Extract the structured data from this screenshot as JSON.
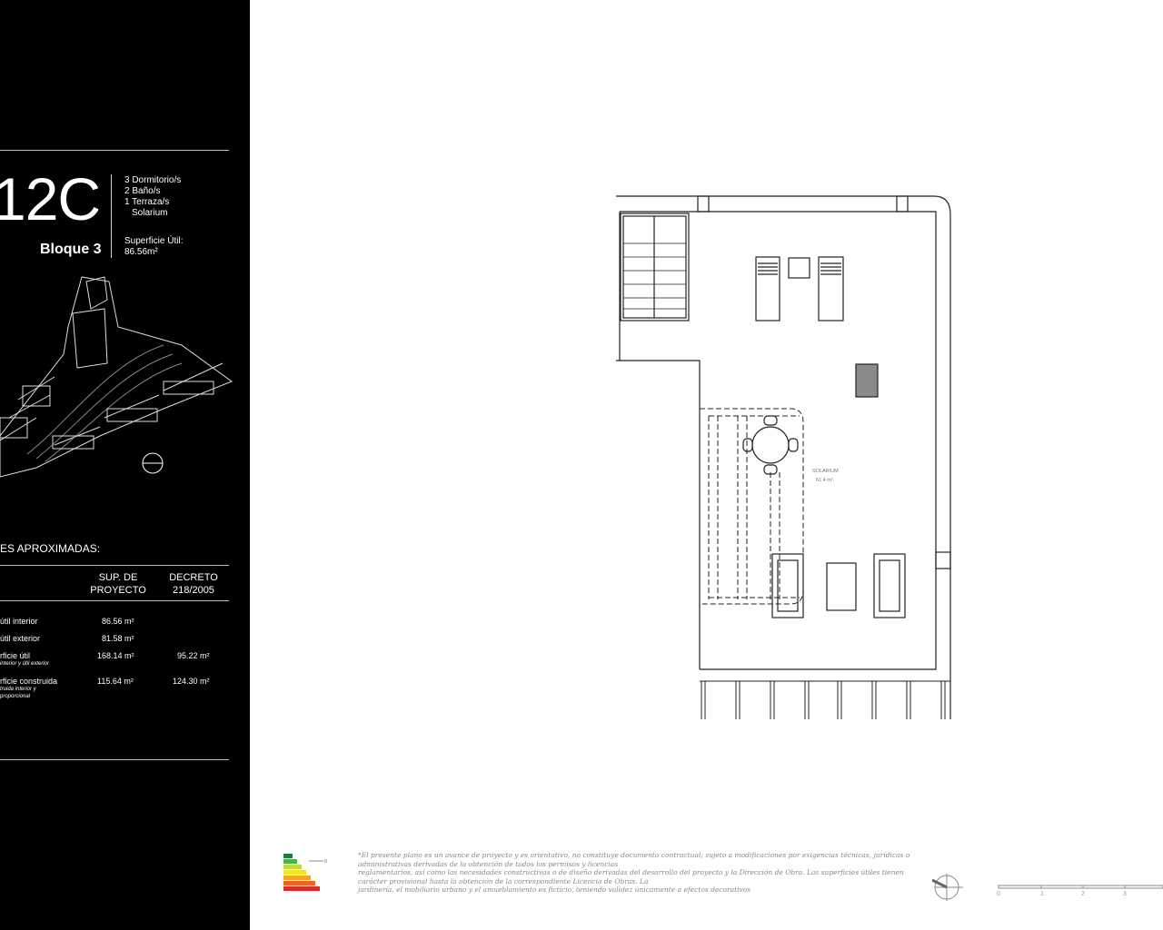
{
  "unit": {
    "code": "12C",
    "block": "Bloque 3",
    "features": [
      "3 Dormitorio/s",
      "2 Baño/s",
      "1 Terraza/s",
      "Solarium"
    ],
    "useful_area_label": "Superficie Útil:",
    "useful_area_value": "86.56m²"
  },
  "areas": {
    "title": "ES APROXIMADAS:",
    "columns": [
      "SUP. DE PROYECTO",
      "DECRETO 218/2005"
    ],
    "rows": [
      {
        "label": "útil interior",
        "sub": "",
        "proyecto": "86.56 m²",
        "decreto": ""
      },
      {
        "label": "útil exterior",
        "sub": "",
        "proyecto": "81.58 m²",
        "decreto": ""
      },
      {
        "label": "rficie útil",
        "sub": "interior y útil exterior",
        "proyecto": "168.14 m²",
        "decreto": "95.22 m²"
      },
      {
        "label": "rficie construida",
        "sub": "truida interior y proporcional",
        "proyecto": "115.64 m²",
        "decreto": "124.30 m²"
      }
    ]
  },
  "plan": {
    "room_label": "SOLARIUM",
    "room_area": "61.4 m²"
  },
  "energy": {
    "rating_letter": "B",
    "colors": [
      "#1a7f37",
      "#4caf50",
      "#c6d83a",
      "#f2e32b",
      "#f5a623",
      "#e8642c",
      "#d32f2f"
    ]
  },
  "disclaimer": [
    "*El presente plano es un avance de proyecto y es orientativo, no constituye documento contractual; sujeto a modificaciones por exigencias técnicas, jurídicas o",
    "administrativas derivadas de la obtención de todos los permisos y licencias",
    "reglamentarios, así como las necesidades constructivas o de diseño derivadas del desarrollo del proyecto y la Dirección de Obra. Las superficies útiles tienen",
    "carácter provisional hasta la obtención de la correspondiente Licencia de Obras. La",
    "jardinería, el mobiliario urbano y el amueblamiento es ficticio, teniendo validez únicamente a efectos decorativos"
  ],
  "scale": {
    "ticks": [
      "0",
      "1",
      "2",
      "3"
    ]
  }
}
